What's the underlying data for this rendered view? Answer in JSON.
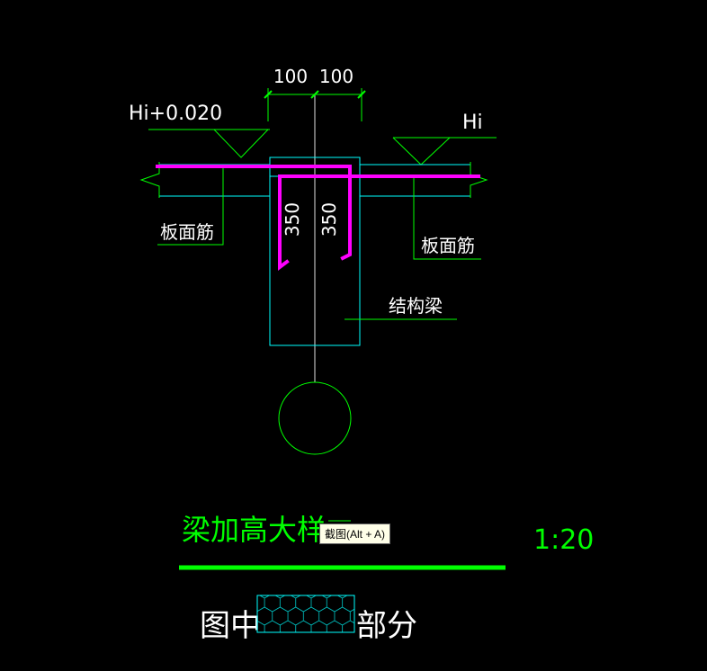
{
  "drawing": {
    "dims": {
      "left": "100",
      "right": "100"
    },
    "elevations": {
      "left": "Hi+0.020",
      "right": "Hi"
    },
    "labels": {
      "slab_rebar_left": "板面筋",
      "slab_rebar_right": "板面筋",
      "beam_depth_left": "350",
      "beam_depth_right": "350",
      "structural_beam": "结构梁"
    },
    "title": "梁加高大样",
    "scale": "1:20",
    "legend": {
      "prefix": "图中",
      "suffix": "部分"
    },
    "colors": {
      "background": "#000000",
      "linework": "#00ff00",
      "outline": "#00ffff",
      "rebar": "#ff00ff",
      "text": "#ffffff",
      "title": "#00ff00"
    }
  },
  "tooltip": {
    "text": "截图(Alt + A)"
  }
}
